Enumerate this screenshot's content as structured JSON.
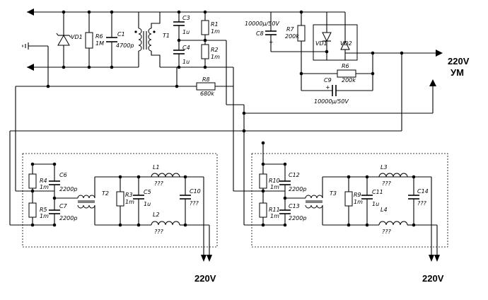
{
  "labels": {
    "vd1_a": "VD1",
    "r6_a": "R6",
    "r6_a_val": "1M",
    "c1": "C1",
    "c1_val": "4700p",
    "t1": "T1",
    "c3": "C3",
    "c3_val": "1u",
    "c4": "C4",
    "c4_val": "1u",
    "r1": "R1",
    "r1_val": "1m",
    "r2": "R2",
    "r2_val": "1m",
    "c8_val": "10000µ/50V",
    "c8": "C8",
    "r7": "R7",
    "r7_val": "200k",
    "vd1_b": "VD1",
    "vd2": "VD2",
    "r6_b": "R6",
    "r6_b_val": "200k",
    "c9": "C9",
    "c9_val": "10000µ/50V",
    "r8": "R8",
    "r8_val": "680k",
    "out_220v_top": "220V",
    "out_um": "УМ",
    "r4": "R4",
    "r4_val": "1m",
    "r5": "R5",
    "r5_val": "1m",
    "c6": "C6",
    "c6_val": "2200p",
    "c7": "C7",
    "c7_val": "2200p",
    "t2": "T2",
    "r3": "R3",
    "r3_val": "1m",
    "c5": "C5",
    "c5_val": "1u",
    "l1": "L1",
    "l1_val": "???",
    "l2": "L2",
    "l2_val": "???",
    "c10": "C10",
    "c10_val": "???",
    "out_220v_left": "220V",
    "r10": "R10",
    "r10_val": "1m",
    "r11": "R11",
    "r11_val": "1m",
    "c12": "C12",
    "c12_val": "2200p",
    "c13": "C13",
    "c13_val": "2200p",
    "t3": "T3",
    "r9": "R9",
    "r9_val": "1m",
    "c11": "C11",
    "c11_val": "1u",
    "l3": "L3",
    "l3_val": "???",
    "l4": "L4",
    "l4_val": "???",
    "c14": "C14",
    "c14_val": "???",
    "out_220v_right": "220V",
    "plus_c8": "+",
    "plus_c9": "+"
  }
}
